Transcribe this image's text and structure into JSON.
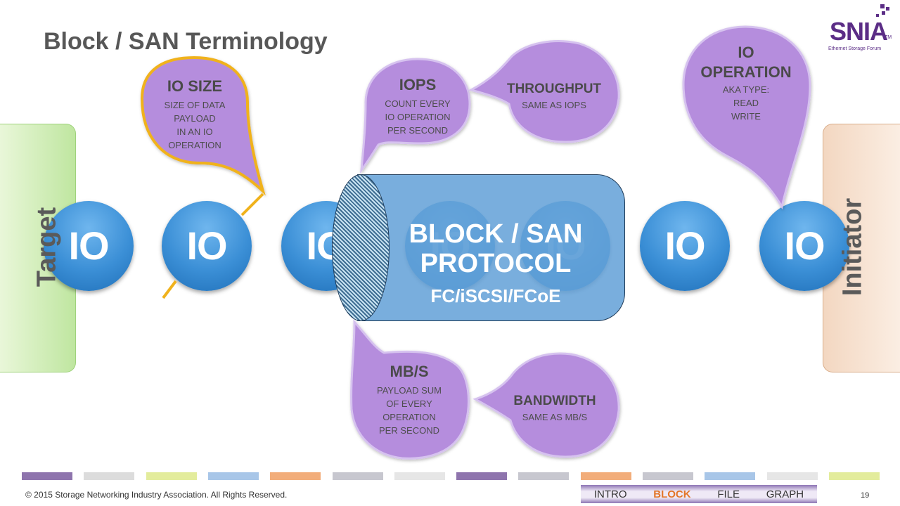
{
  "title": "Block / SAN Terminology",
  "logo": {
    "text": "SNIA",
    "tm": "TM",
    "subtitle": "Ethernet Storage Forum"
  },
  "panels": {
    "target": "Target",
    "initiator": "Initiator"
  },
  "io_label": "IO",
  "protocol": {
    "title": "BLOCK / SAN PROTOCOL",
    "subtitle": "FC/iSCSI/FCoE"
  },
  "bubbles": {
    "io_size": {
      "title": "IO SIZE",
      "lines": [
        "SIZE OF DATA",
        "PAYLOAD",
        "IN AN IO",
        "OPERATION"
      ]
    },
    "iops": {
      "title": "IOPS",
      "lines": [
        "COUNT EVERY",
        "IO OPERATION",
        "PER SECOND"
      ]
    },
    "throughput": {
      "title": "THROUGHPUT",
      "lines": [
        "SAME AS IOPS"
      ]
    },
    "io_operation": {
      "title_line1": "IO",
      "title_line2": "OPERATION",
      "lines": [
        "AKA TYPE:",
        "READ",
        "WRITE"
      ]
    },
    "mbs": {
      "title": "MB/S",
      "lines": [
        "PAYLOAD SUM",
        "OF EVERY",
        "OPERATION",
        "PER SECOND"
      ]
    },
    "bandwidth": {
      "title": "BANDWIDTH",
      "lines": [
        "SAME AS MB/S"
      ]
    }
  },
  "colors": {
    "bubble_fill": "#b58ddd",
    "bubble_stroke": "#d6c2ef",
    "highlight_outline": "#f0b21c",
    "legend_bars": [
      "#8e74ad",
      "#dcdcdc",
      "#e3ec9c",
      "#a8c6e8",
      "#f2ad7a",
      "#c7c7cf",
      "#e6e6e6",
      "#8e74ad",
      "#c7c7cf",
      "#f2ad7a",
      "#c7c7cf",
      "#a8c6e8",
      "#e6e6e6",
      "#e3ec9c"
    ]
  },
  "footer": {
    "copyright": "© 2015 Storage Networking Industry Association. All Rights Reserved.",
    "page_number": "19",
    "nav": [
      "INTRO",
      "BLOCK",
      "FILE",
      "GRAPH"
    ],
    "nav_active": "BLOCK"
  }
}
